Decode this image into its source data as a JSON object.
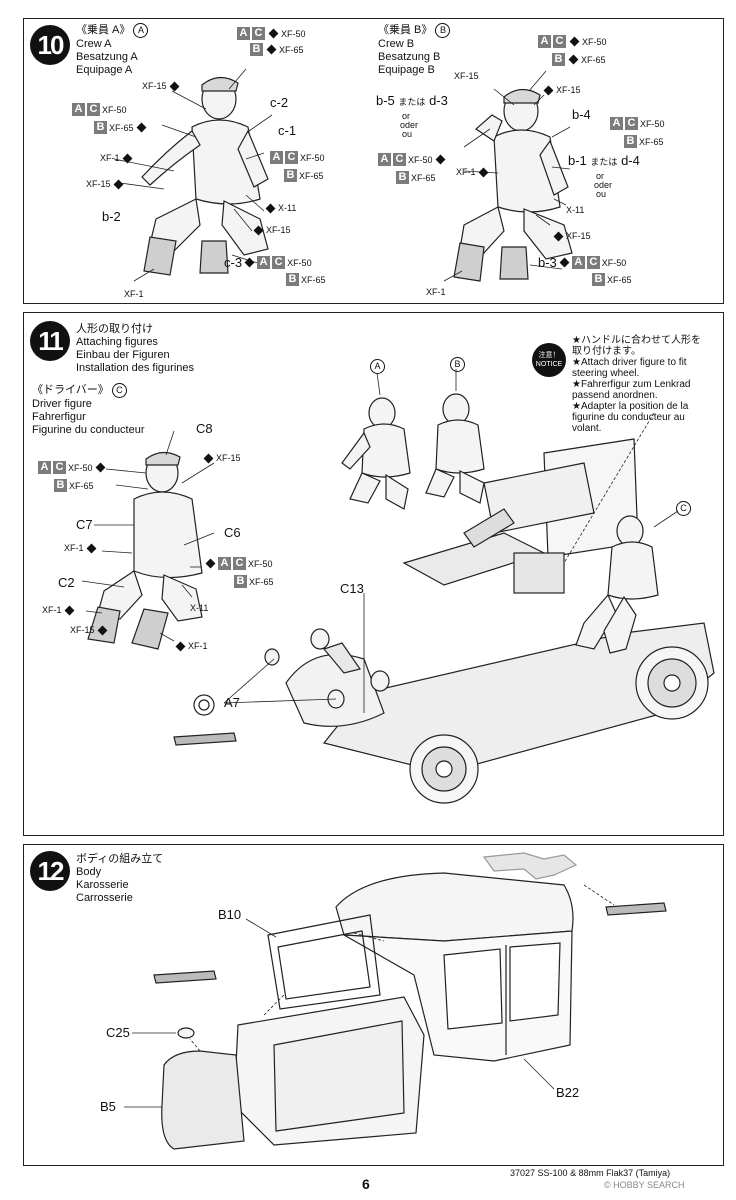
{
  "step10": {
    "number": "10",
    "crewA": {
      "ja": "《乗員 A》",
      "tag": "A",
      "en": "Crew A",
      "de": "Besatzung A",
      "fr": "Equipage A"
    },
    "crewB": {
      "ja": "《乗員 B》",
      "tag": "B",
      "en": "Crew B",
      "de": "Besatzung B",
      "fr": "Equipage B"
    },
    "labels": {
      "c2": "c-2",
      "c1": "c-1",
      "b2": "b-2",
      "c3": "c-3",
      "b5": "b-5",
      "mataha": "または",
      "d3": "d-3",
      "or": "or",
      "oder": "oder",
      "ou": "ou",
      "b4": "b-4",
      "b1": "b-1",
      "d4": "d-4",
      "b3": "b-3"
    },
    "paints": {
      "ac": "A",
      "cc": "C",
      "bb": "B",
      "xf50": "XF-50",
      "xf65": "XF-65",
      "xf15": "XF-15",
      "xf1": "XF-1",
      "x11": "X-11"
    }
  },
  "step11": {
    "number": "11",
    "title": {
      "ja": "人形の取り付け",
      "en": "Attaching figures",
      "de": "Einbau der Figuren",
      "fr": "Installation des figurines"
    },
    "driver": {
      "ja": "《ドライバー》",
      "tag": "C",
      "en": "Driver figure",
      "de": "Fahrerfigur",
      "fr": "Figurine du conducteur"
    },
    "notice": {
      "ja": "注意！",
      "en": "NOTICE"
    },
    "notice_text": {
      "ja1": "★ハンドルに合わせて人形を",
      "ja2": "取り付けます。",
      "en1": "★Attach driver figure to fit",
      "en2": "steering wheel.",
      "de1": "★Fahrerfigur zum Lenkrad",
      "de2": "passend anordnen.",
      "fr1": "★Adapter la position de la",
      "fr2": "figurine du conducteur au",
      "fr3": "volant."
    },
    "labels": {
      "c8": "C8",
      "c7": "C7",
      "c6": "C6",
      "c2": "C2",
      "c13": "C13",
      "a7": "A7",
      "a": "A",
      "b": "B",
      "c": "C"
    }
  },
  "step12": {
    "number": "12",
    "title": {
      "ja": "ボディの組み立て",
      "en": "Body",
      "de": "Karosserie",
      "fr": "Carrosserie"
    },
    "labels": {
      "b10": "B10",
      "c25": "C25",
      "b5": "B5",
      "b22": "B22"
    }
  },
  "footer": {
    "page": "6",
    "code": "37027",
    "model": "SS-100 & 88mm Flak37 (Tamiya)",
    "watermark": "© HOBBY SEARCH"
  }
}
